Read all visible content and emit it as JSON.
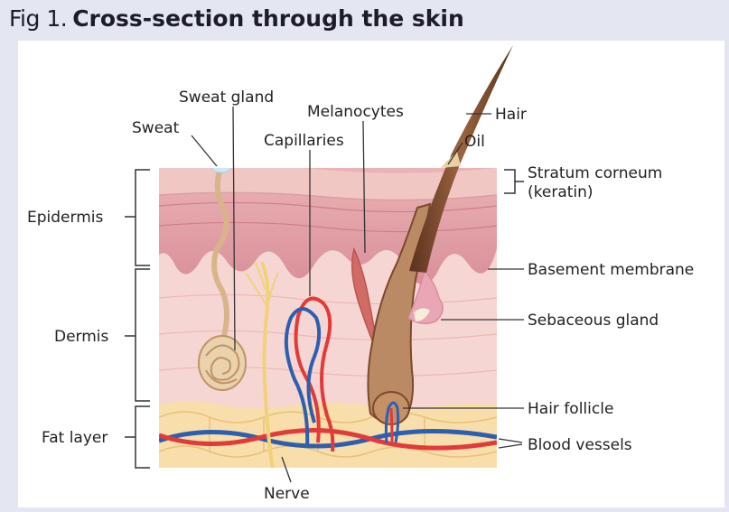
{
  "figure": {
    "prefix": "Fig 1.",
    "title": "Cross-section through the skin"
  },
  "labels": {
    "sweat_gland": "Sweat gland",
    "sweat": "Sweat",
    "melanocytes": "Melanocytes",
    "capillaries": "Capillaries",
    "hair": "Hair",
    "oil": "Oil",
    "stratum_line1": "Stratum corneum",
    "stratum_line2": "(keratin)",
    "epidermis": "Epidermis",
    "basement_membrane": "Basement membrane",
    "sebaceous_gland": "Sebaceous gland",
    "dermis": "Dermis",
    "hair_follicle": "Hair follicle",
    "fat_layer": "Fat layer",
    "blood_vessels": "Blood vessels",
    "nerve": "Nerve"
  },
  "colors": {
    "background": "#e4e6f1",
    "panel": "#ffffff",
    "epidermis": "#e4a0a8",
    "dermis": "#f6d6d3",
    "fat": "#f8deaa",
    "artery": "#e23a3a",
    "vein": "#2d5fb0",
    "hair": "#7a4a2c",
    "nerve": "#f1d27a"
  }
}
